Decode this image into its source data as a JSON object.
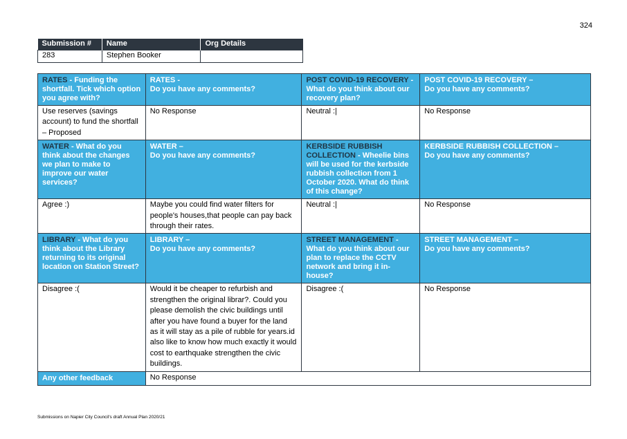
{
  "page_number": "324",
  "submission_table": {
    "headers": [
      "Submission #",
      "Name",
      "Org Details"
    ],
    "row": [
      "283",
      "Stephen Booker",
      ""
    ]
  },
  "sections": [
    {
      "questions": [
        {
          "title": "RATES",
          "question": " - Funding the shortfall. Tick which option you agree with?"
        },
        {
          "title": "RATES -",
          "question": "Do you have any comments?"
        },
        {
          "title": "POST COVID-19 RECOVERY",
          "question": " - What do you think about our recovery plan?"
        },
        {
          "title": "POST COVID-19 RECOVERY –",
          "question": "Do you have any comments?"
        }
      ],
      "answers": [
        "Use reserves (savings account) to fund the shortfall – Proposed",
        "No Response",
        "Neutral :|",
        "No Response"
      ]
    },
    {
      "questions": [
        {
          "title": "WATER",
          "question": " - What do you think about the changes we plan to make to improve our water services?"
        },
        {
          "title": "WATER –",
          "question": "Do you have any comments?"
        },
        {
          "title": "KERBSIDE RUBBISH COLLECTION",
          "question": " - Wheelie bins will be used for the kerbside rubbish collection from 1 October 2020. What do think of this change?"
        },
        {
          "title": "KERBSIDE RUBBISH COLLECTION –",
          "question": "Do you have any comments?"
        }
      ],
      "answers": [
        "Agree :)",
        "Maybe you could find water filters for people's houses,that people can pay back through their rates.",
        "Neutral :|",
        "No Response"
      ]
    },
    {
      "questions": [
        {
          "title": "LIBRARY",
          "question": " - What do you think about the Library returning to its original location on Station Street?"
        },
        {
          "title": "LIBRARY –",
          "question": "Do you have any comments?"
        },
        {
          "title": "STREET MANAGEMENT",
          "question": " - What do you think about our plan to replace the CCTV network and bring it in-house?"
        },
        {
          "title": "STREET MANAGEMENT –",
          "question": "Do you have any comments?"
        }
      ],
      "answers": [
        "Disagree :(",
        "Would it be cheaper to refurbish and strengthen the original librar?. Could you please demolish the civic buildings until after you have found a buyer for the land as it will stay as a pile of rubble for years.id also like to know how much exactly it would cost to earthquake strengthen the civic buildings.",
        "Disagree :(",
        "No Response"
      ]
    }
  ],
  "other_feedback": {
    "label": "Any other feedback",
    "value": "No Response"
  },
  "footer": "Submissions on Napier City Council's draft Annual Plan 2020/21",
  "colors": {
    "header_blue": "#41b0e0",
    "header_dark": "#2d3640",
    "title_text": "#1f3544"
  }
}
